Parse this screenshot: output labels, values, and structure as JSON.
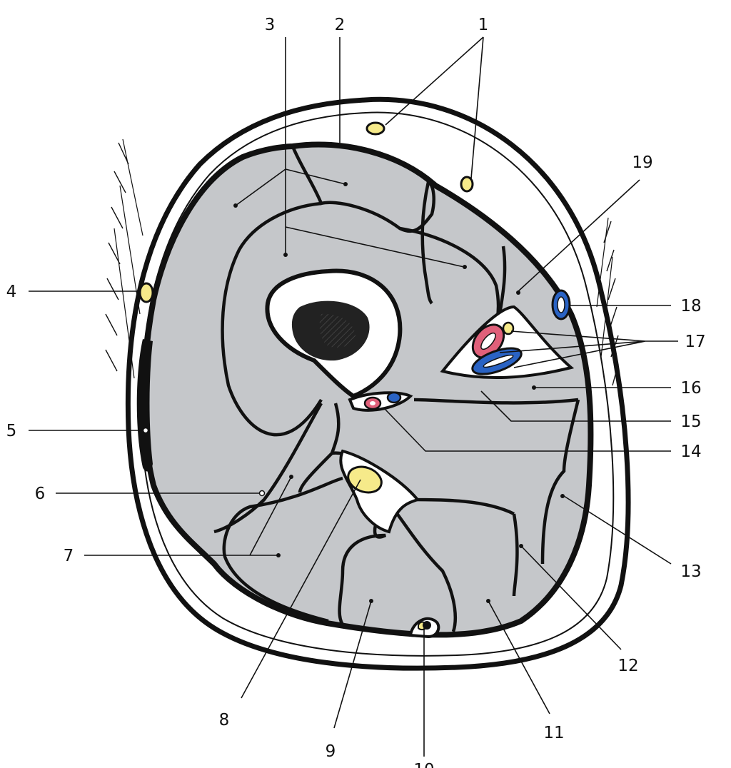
{
  "labels": {
    "l1": "1",
    "l2": "2",
    "l3": "3",
    "l4": "4",
    "l5": "5",
    "l6": "6",
    "l7": "7",
    "l8": "8",
    "l9": "9",
    "l10": "10",
    "l11": "11",
    "l12": "12",
    "l13": "13",
    "l14": "14",
    "l15": "15",
    "l16": "16",
    "l17": "17",
    "l18": "18",
    "l19": "19"
  },
  "colors": {
    "muscle": "#c5c7ca",
    "fat": "#ffffff",
    "outline": "#111111",
    "nerve": "#f6ea8a",
    "artery": "#e0607a",
    "vein": "#2a63c4",
    "marrow": "#222222"
  }
}
